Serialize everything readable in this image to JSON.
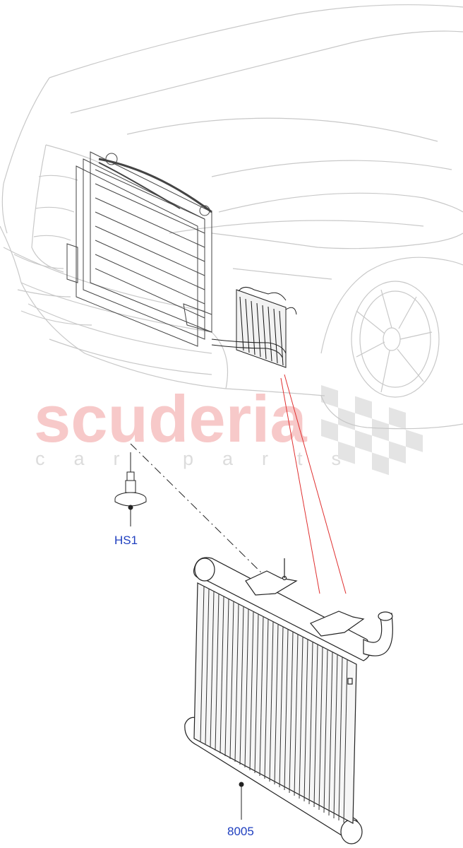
{
  "watermark": {
    "brand": "scuderia",
    "tagline": "car parts"
  },
  "callouts": [
    {
      "id": "HS1",
      "label": "HS1"
    },
    {
      "id": "8005",
      "label": "8005"
    }
  ],
  "colors": {
    "callout_text": "#1f3fbf",
    "leader_line_red": "#e03030",
    "watermark_red": "#f7c9c9",
    "watermark_grey": "#dcdcdc",
    "outline": "#222222",
    "ghost_outline": "#c8c8c8"
  }
}
